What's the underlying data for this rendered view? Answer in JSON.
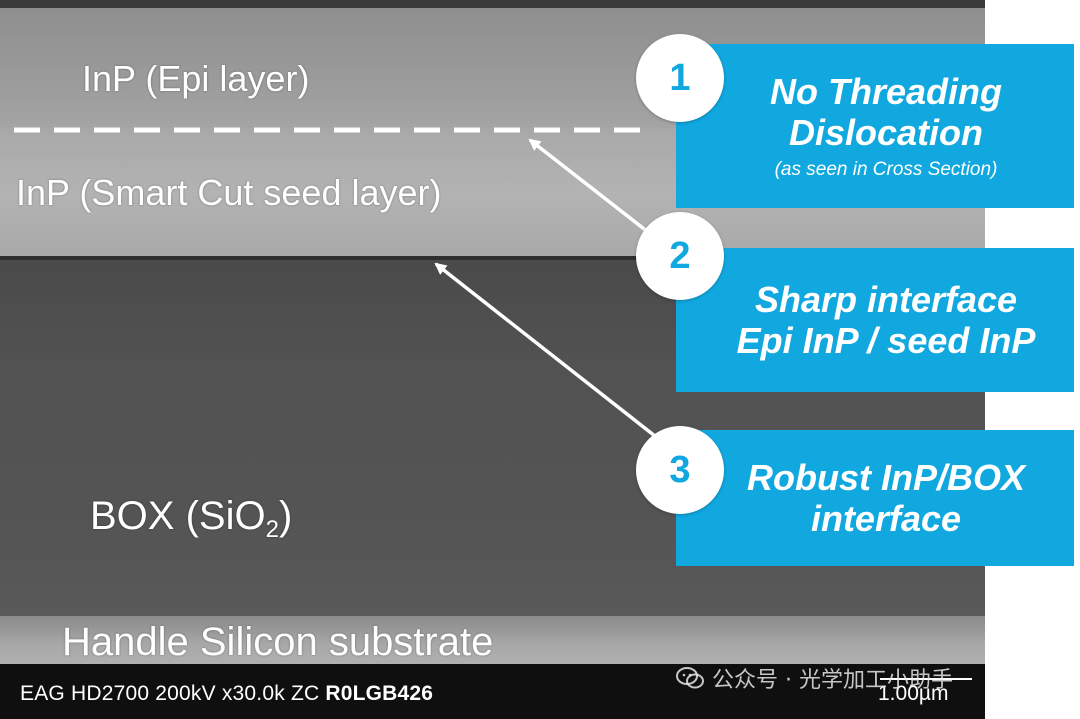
{
  "layers": {
    "epi_label": "InP (Epi layer)",
    "seed_label": "InP (Smart Cut seed layer)",
    "box_label_main": "BOX (SiO",
    "box_label_sub": "2",
    "box_label_end": ")",
    "handle_label": "Handle Silicon substrate"
  },
  "infobar": {
    "specs": "EAG HD2700  200kV  x30.0k  ZC",
    "code": "R0LGB426",
    "scale": "1.00µm"
  },
  "callouts": [
    {
      "number": "1",
      "line1": "No Threading",
      "line2": "Dislocation",
      "sub": "(as seen in Cross Section)"
    },
    {
      "number": "2",
      "line1": "Sharp interface",
      "line2": "Epi InP / seed InP"
    },
    {
      "number": "3",
      "line1": "Robust InP/BOX",
      "line2": "interface"
    }
  ],
  "watermark": {
    "text": "公众号 · 光学加工小助手",
    "icon": "wechat-icon"
  },
  "colors": {
    "callout_blue": "#11a8e0",
    "badge_white": "#ffffff"
  }
}
